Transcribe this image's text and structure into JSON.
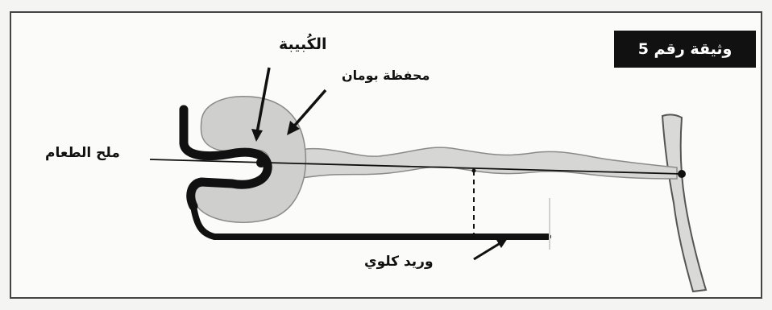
{
  "document": {
    "badge": "وثيقة رقم 5"
  },
  "labels": {
    "glomerulus": "الكُبيبة",
    "bowman_capsule": "محفظة بومان",
    "table_salt": "ملح الطعام",
    "renal_vein": "وريد كلوي"
  },
  "colors": {
    "ink": "#111111",
    "tubule_fill": "#d6d6d4",
    "background": "#fbfbfa"
  }
}
